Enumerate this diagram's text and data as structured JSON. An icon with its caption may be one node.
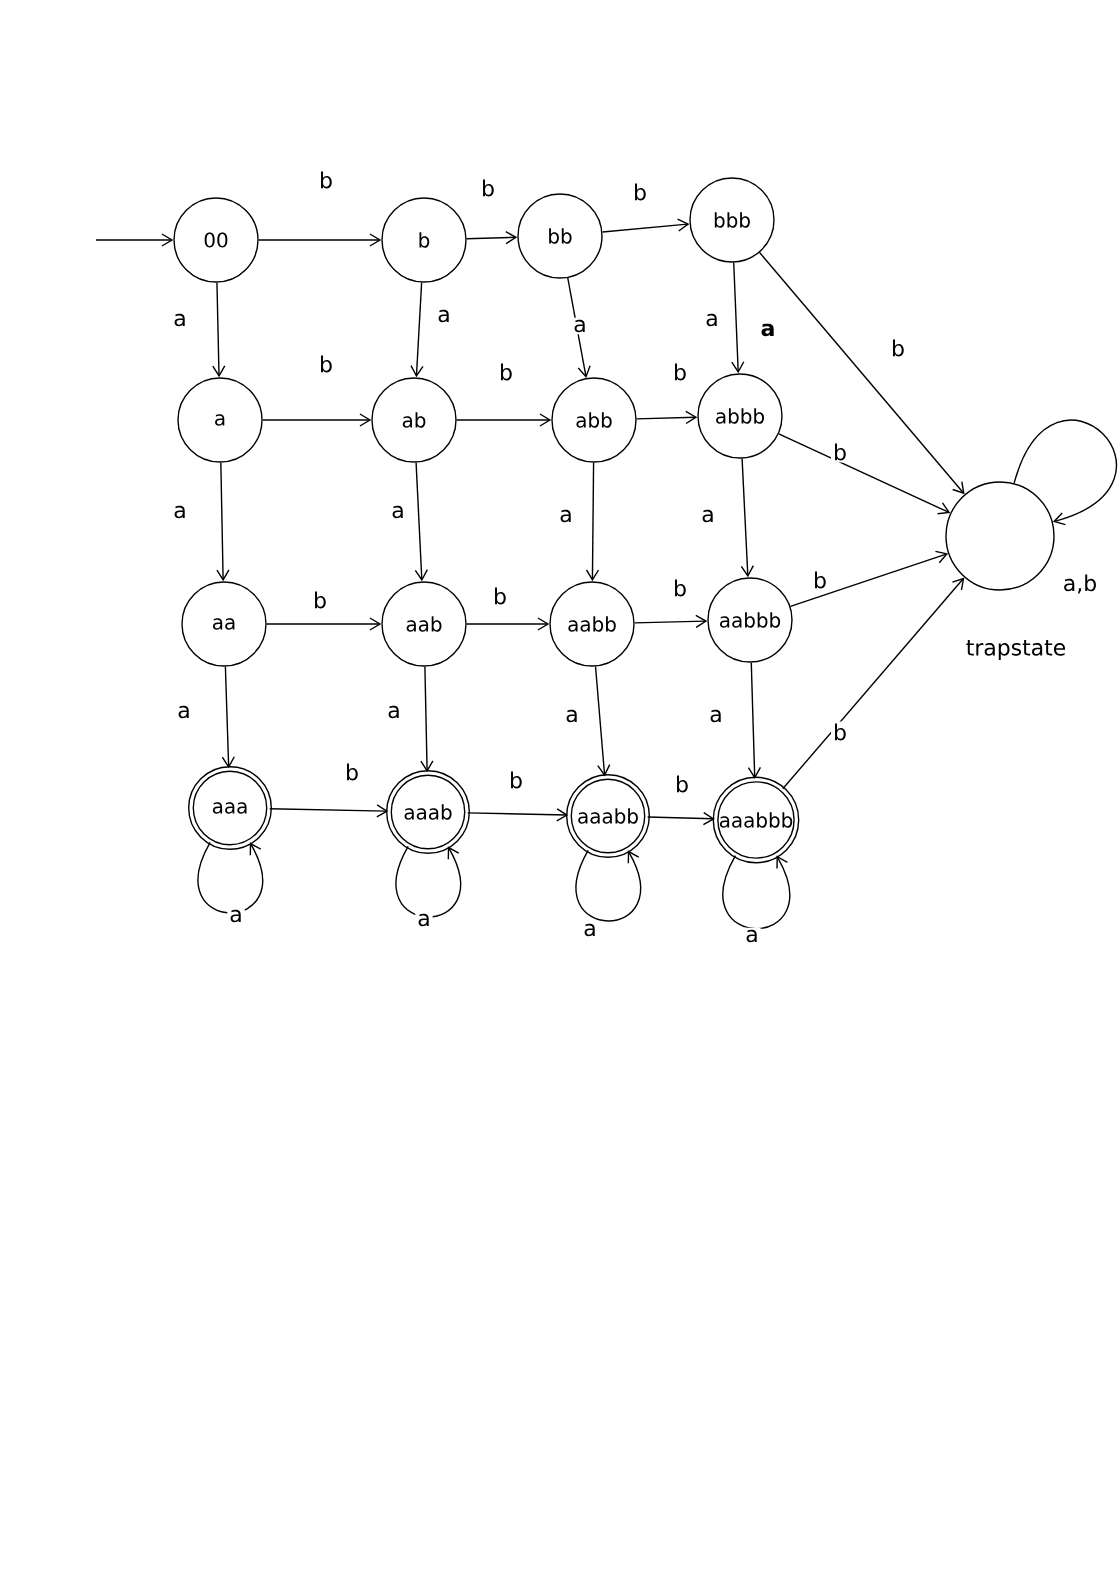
{
  "diagram": {
    "nodes": [
      {
        "text": [
          "00"
        ]
      },
      {
        "text": [
          "b"
        ]
      },
      {
        "text": [
          "bb"
        ]
      },
      {
        "text": [
          "bbb"
        ]
      },
      {
        "text": [
          "a"
        ]
      },
      {
        "text": [
          "ab"
        ]
      },
      {
        "text": [
          "abb"
        ]
      },
      {
        "text": [
          "abbb"
        ]
      },
      {
        "text": [
          "aa"
        ]
      },
      {
        "text": [
          "aab"
        ]
      },
      {
        "text": [
          "aabb"
        ]
      },
      {
        "text": [
          "aabbb"
        ]
      },
      {
        "text": [
          "aaa"
        ]
      },
      {
        "text": [
          "aaab"
        ]
      },
      {
        "text": [
          "aaabb"
        ]
      },
      {
        "text": [
          "aaabbb"
        ]
      },
      {
        "text": [],
        "shape": "circle",
        "beside": [
          "trapstate"
        ]
      }
    ],
    "edges": [
      {
        "from": null,
        "to": 0,
        "arrow": "to"
      },
      {
        "from": 0,
        "to": 1,
        "arrow": "to",
        "label": "b"
      },
      {
        "from": 1,
        "to": 2,
        "arrow": "to",
        "label": "b"
      },
      {
        "from": 2,
        "to": 3,
        "arrow": "to",
        "label": "b"
      },
      {
        "from": 3,
        "to": 16,
        "arrow": "to",
        "label": "b"
      },
      {
        "from": 0,
        "to": 4,
        "arrow": "to",
        "label": "a"
      },
      {
        "from": 1,
        "to": 5,
        "arrow": "to",
        "label": "a"
      },
      {
        "from": 2,
        "to": 6,
        "arrow": "to",
        "label": "a"
      },
      {
        "from": 3,
        "to": 7,
        "arrow": "to",
        "label": "a"
      },
      {
        "from": 4,
        "to": 5,
        "arrow": "to",
        "label": "b"
      },
      {
        "from": 5,
        "to": 6,
        "arrow": "to",
        "label": "b"
      },
      {
        "from": 6,
        "to": 7,
        "arrow": "to",
        "label": "b"
      },
      {
        "from": 7,
        "to": 16,
        "arrow": "to",
        "label": "b"
      },
      {
        "from": 4,
        "to": 8,
        "arrow": "to",
        "label": "a"
      },
      {
        "from": 5,
        "to": 9,
        "arrow": "to",
        "label": "a"
      },
      {
        "from": 6,
        "to": 10,
        "arrow": "to",
        "label": "a"
      },
      {
        "from": 7,
        "to": 11,
        "arrow": "to",
        "label": "a"
      },
      {
        "from": 8,
        "to": 9,
        "arrow": "to",
        "label": "b"
      },
      {
        "from": 9,
        "to": 10,
        "arrow": "to",
        "label": "b"
      },
      {
        "from": 10,
        "to": 11,
        "arrow": "to",
        "label": "b"
      },
      {
        "from": 11,
        "to": 16,
        "arrow": "to",
        "label": "b"
      },
      {
        "from": 8,
        "to": 12,
        "arrow": "to",
        "label": "a"
      },
      {
        "from": 9,
        "to": 13,
        "arrow": "to",
        "label": "a"
      },
      {
        "from": 10,
        "to": 14,
        "arrow": "to",
        "label": "a"
      },
      {
        "from": 11,
        "to": 15,
        "arrow": "to",
        "label": "a"
      },
      {
        "from": 12,
        "to": 13,
        "arrow": "to",
        "label": "b"
      },
      {
        "from": 13,
        "to": 14,
        "arrow": "to",
        "label": "b"
      },
      {
        "from": 14,
        "to": 15,
        "arrow": "to",
        "label": "b"
      },
      {
        "from": 15,
        "to": 16,
        "arrow": "to",
        "label": "b"
      },
      {
        "from": 12,
        "to": 12,
        "arrow": "to",
        "label": "a"
      },
      {
        "from": 13,
        "to": 13,
        "arrow": "to",
        "label": "a"
      },
      {
        "from": 14,
        "to": 14,
        "arrow": "to",
        "label": "a"
      },
      {
        "from": 15,
        "to": 15,
        "arrow": "to",
        "label": "a"
      },
      {
        "from": 16,
        "to": 16,
        "arrow": "to",
        "label": "a,b"
      }
    ],
    "labels": [
      "a"
    ]
  }
}
